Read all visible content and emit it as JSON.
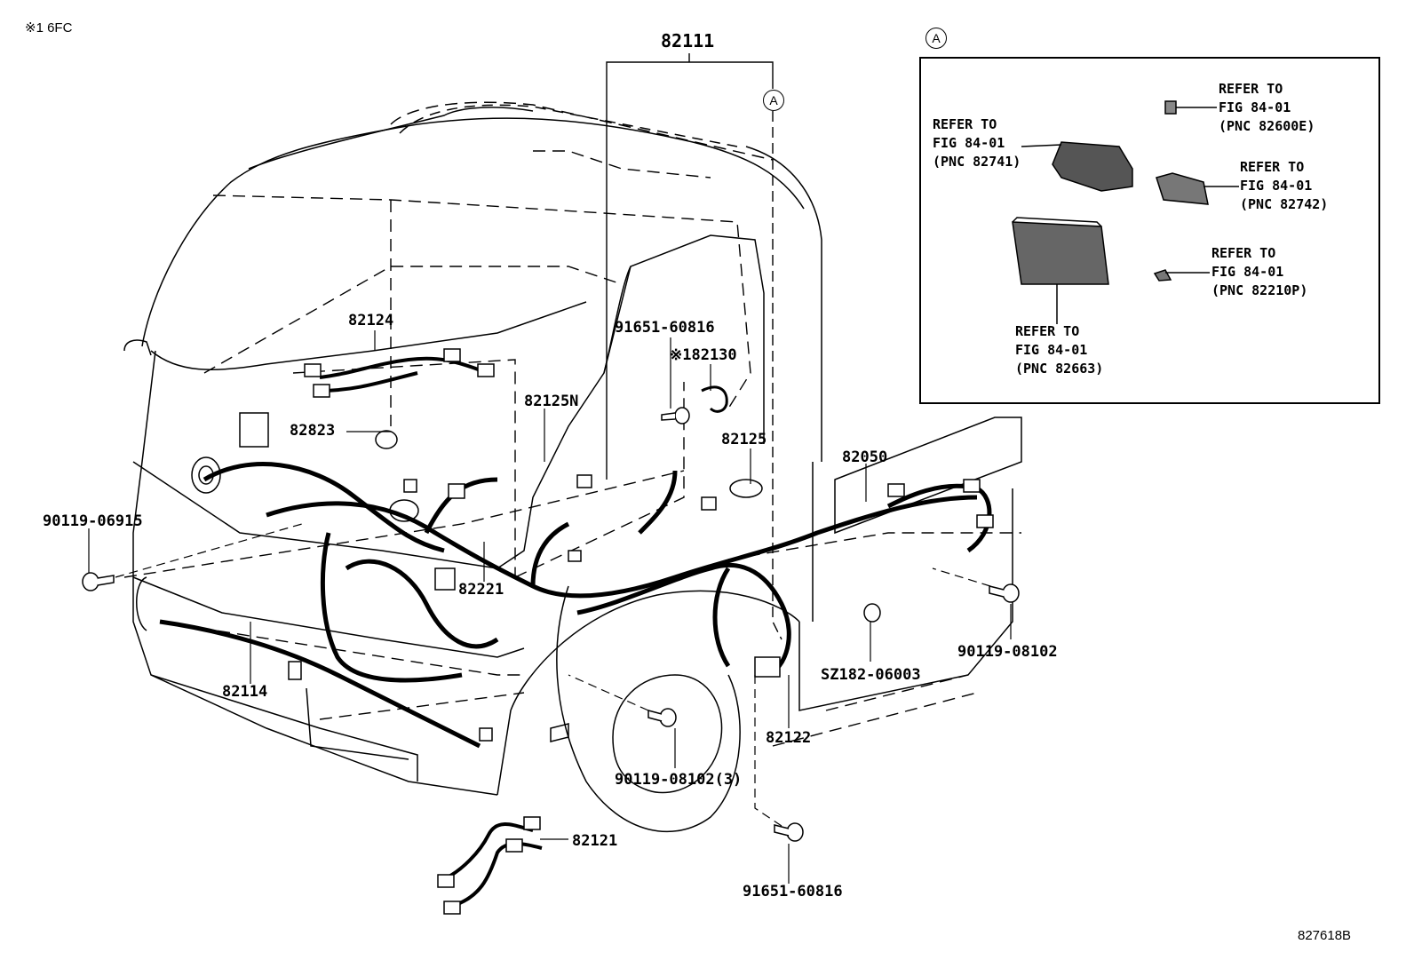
{
  "note": "※1 6FC",
  "figure_id": "827618B",
  "view_marker": "A",
  "inset": {
    "marker": "A",
    "refs": [
      {
        "line1": "REFER TO",
        "line2": "FIG 84-01",
        "line3": "(PNC 82741)"
      },
      {
        "line1": "REFER TO",
        "line2": "FIG 84-01",
        "line3": "(PNC 82600E)"
      },
      {
        "line1": "REFER TO",
        "line2": "FIG 84-01",
        "line3": "(PNC 82742)"
      },
      {
        "line1": "REFER TO",
        "line2": "FIG 84-01",
        "line3": "(PNC 82210P)"
      },
      {
        "line1": "REFER TO",
        "line2": "FIG 84-01",
        "line3": "(PNC 82663)"
      }
    ]
  },
  "labels": {
    "p82111": "82111",
    "p82124": "82124",
    "p91651_top": "91651-60816",
    "p82130": "※182130",
    "p82125N": "82125N",
    "p82823": "82823",
    "p82125": "82125",
    "p82050": "82050",
    "p90119_06915": "90119-06915",
    "p82221": "82221",
    "p90119_08102_r": "90119-08102",
    "pSZ182": "SZ182-06003",
    "p82114": "82114",
    "p82122": "82122",
    "p90119_08102_3": "90119-08102(3)",
    "p82121": "82121",
    "p91651_bottom": "91651-60816"
  }
}
